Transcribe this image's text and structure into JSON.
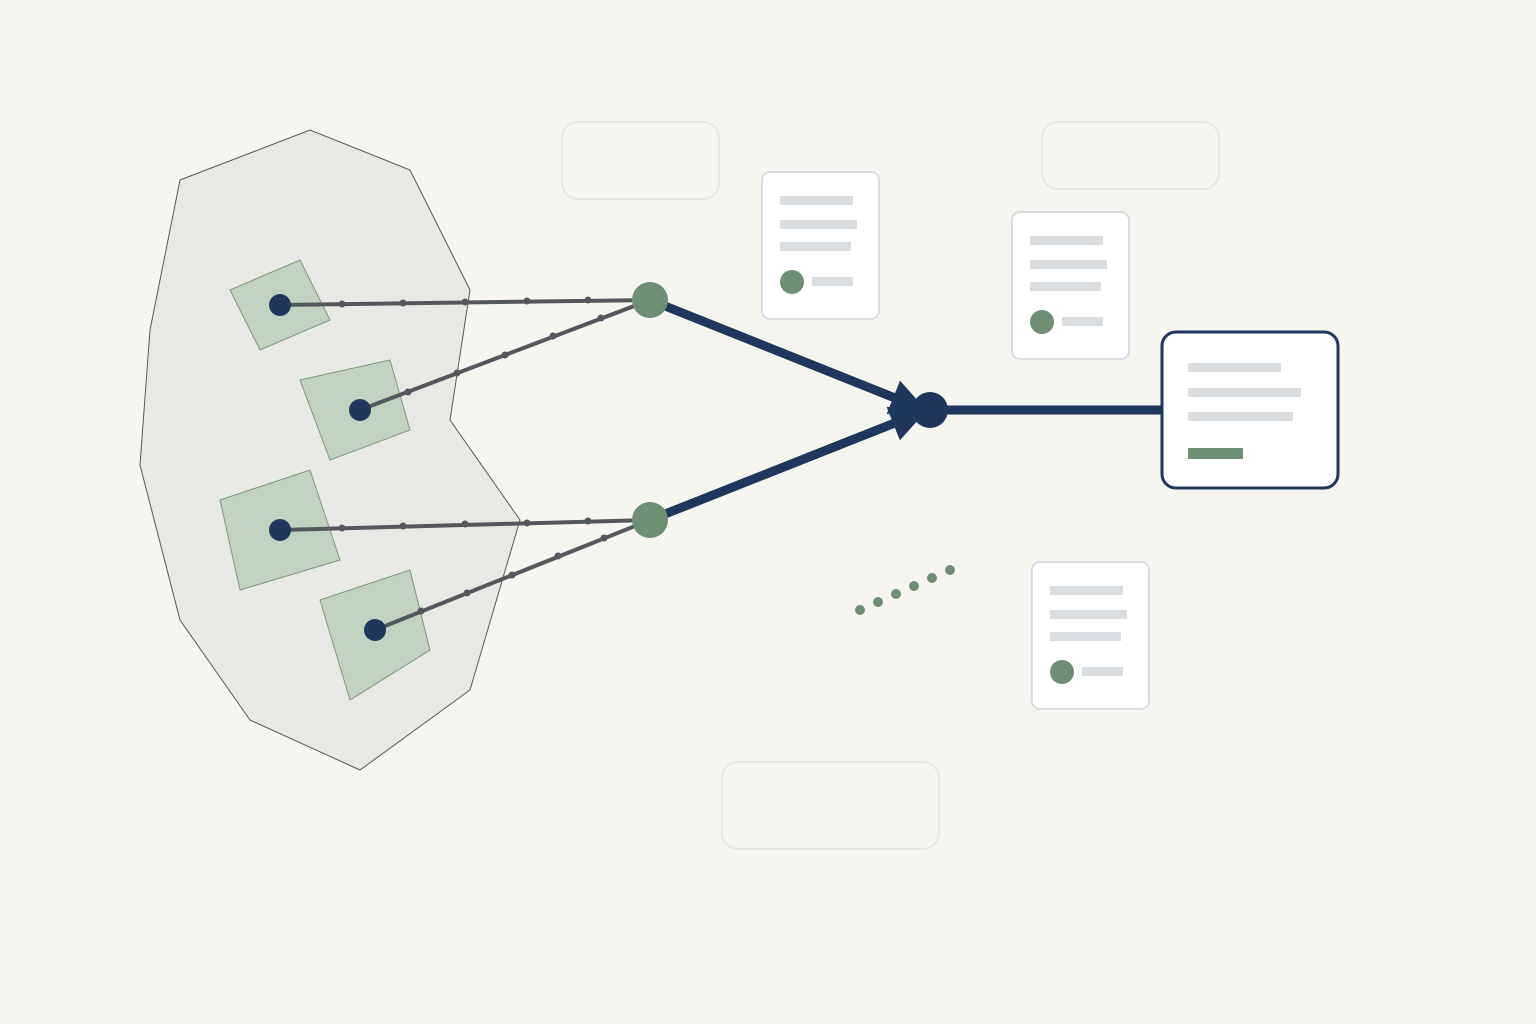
{
  "diagram": {
    "title": "",
    "colors": {
      "background": "#f6f5f0",
      "region_fill": "#e8e9e4",
      "region_stroke": "#555a55",
      "parcel_fill": "#c1d3c0",
      "parcel_stroke": "#7d9a7d",
      "source_node": "#1f375c",
      "junction_node": "#6e8f74",
      "thin_edge": "#54585c",
      "thick_edge": "#1f375c",
      "card_border": "#d9dde0",
      "card_fill": "#ffffff",
      "placeholder_bar": "#d9dde0",
      "accent_dot": "#6e8f74",
      "target_card_border": "#1f375c",
      "faint_box_border": "#e6e7e4",
      "trail_dot": "#6e8f74"
    },
    "source_nodes": [
      {
        "id": "src-1",
        "label": ""
      },
      {
        "id": "src-2",
        "label": ""
      },
      {
        "id": "src-3",
        "label": ""
      },
      {
        "id": "src-4",
        "label": ""
      }
    ],
    "junction_nodes": [
      {
        "id": "junction-upper",
        "label": ""
      },
      {
        "id": "junction-lower",
        "label": ""
      }
    ],
    "merge_node": {
      "id": "merge",
      "label": ""
    },
    "target_card": {
      "id": "target",
      "label": ""
    },
    "info_cards": [
      {
        "id": "card-a"
      },
      {
        "id": "card-b"
      },
      {
        "id": "card-c"
      }
    ],
    "empty_boxes": [
      {
        "id": "box-1"
      },
      {
        "id": "box-2"
      },
      {
        "id": "box-3"
      }
    ],
    "edges": [
      {
        "from": "src-1",
        "to": "junction-upper",
        "style": "thin-dotted"
      },
      {
        "from": "src-2",
        "to": "junction-upper",
        "style": "thin-dotted"
      },
      {
        "from": "src-3",
        "to": "junction-lower",
        "style": "thin-dotted"
      },
      {
        "from": "src-4",
        "to": "junction-lower",
        "style": "thin-dotted"
      },
      {
        "from": "junction-upper",
        "to": "merge",
        "style": "thick-arrow"
      },
      {
        "from": "junction-lower",
        "to": "merge",
        "style": "thick-arrow"
      },
      {
        "from": "merge",
        "to": "target",
        "style": "thick"
      }
    ]
  }
}
